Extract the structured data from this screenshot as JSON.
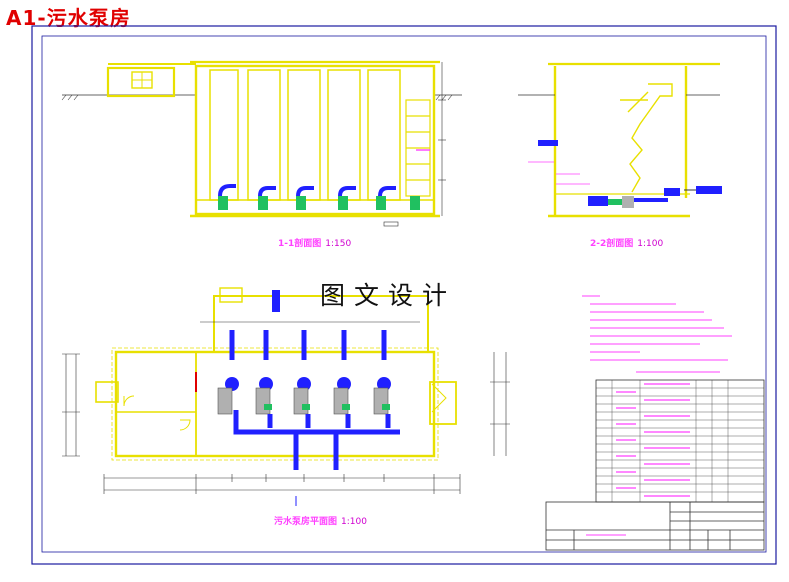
{
  "sheet": {
    "title": "A1-污水泵房"
  },
  "watermark": "图文设计",
  "views": {
    "section_1": {
      "title": "1-1剖面图",
      "scale": "1:150"
    },
    "section_2": {
      "title": "2-2剖面图",
      "scale": "1:100"
    },
    "plan": {
      "title": "污水泵房平面图",
      "scale": "1:100"
    }
  },
  "colors": {
    "border": "#1a1aa0",
    "wall": "#e8e000",
    "pipe": "#2020ff",
    "pump": "#b0b0b0",
    "valve": "#20c060",
    "magenta": "#ff40ff",
    "dim": "#2a2a2a",
    "title_red": "#e00000"
  },
  "icons": [
    "pump-icon",
    "valve-icon",
    "window-icon",
    "door-icon",
    "stair-icon"
  ]
}
